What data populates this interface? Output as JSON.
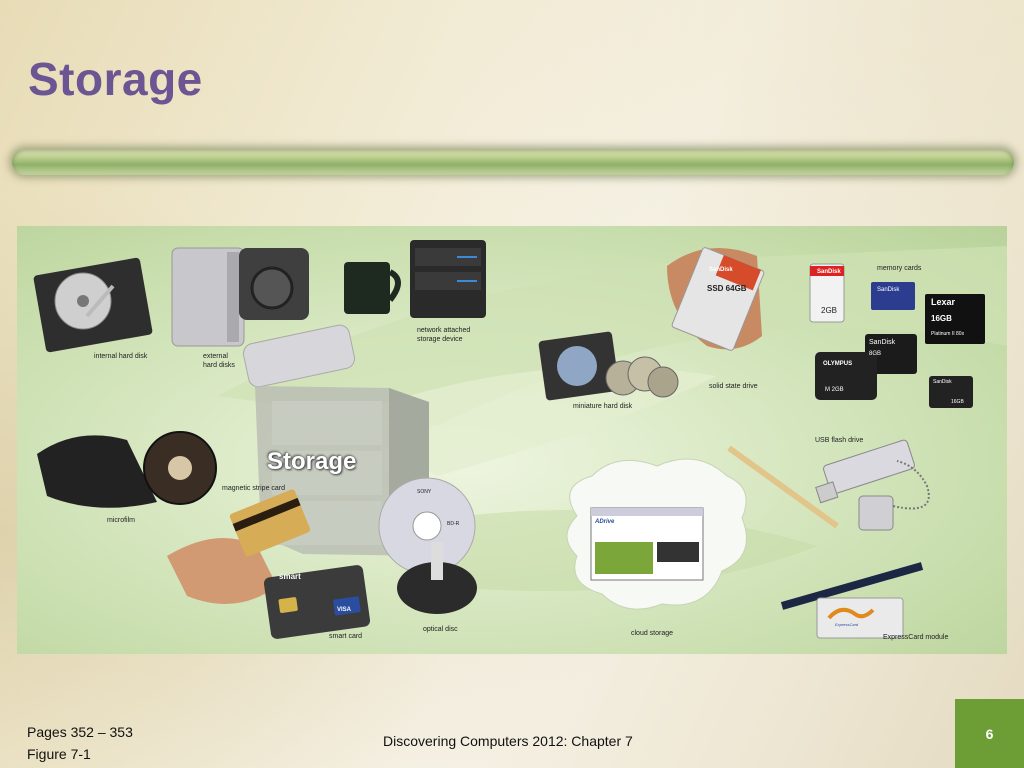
{
  "slide": {
    "title": "Storage",
    "footer_pages": "Pages 352 – 353",
    "footer_figure": "Figure 7-1",
    "footer_center": "Discovering Computers 2012: Chapter 7",
    "page_number": "6"
  },
  "figure": {
    "center_word": "Storage",
    "labels": {
      "internal_hard_disk": "internal hard disk",
      "external_hard_disks": "external\nhard disks",
      "network_attached": "network attached\nstorage device",
      "miniature_hard_disk": "miniature hard disk",
      "solid_state_drive": "solid state drive",
      "memory_cards": "memory cards",
      "usb_flash_drive": "USB flash drive",
      "magnetic_stripe_card": "magnetic stripe card",
      "microfilm": "microfilm",
      "smart_card": "smart card",
      "optical_disc": "optical disc",
      "cloud_storage": "cloud storage",
      "expresscard_module": "ExpressCard module"
    },
    "device_text": {
      "ssd_brand": "SanDisk",
      "ssd_cap": "SSD 64GB",
      "sd1_brand": "SanDisk",
      "sd1_cap": "2GB",
      "sd2_brand": "SanDisk",
      "lexar_brand": "Lexar",
      "lexar_cap": "16GB",
      "lexar_sub": "Platinum II 80x",
      "sd3_brand": "SanDisk",
      "sd3_cap": "8GB",
      "xd_brand": "OLYMPUS",
      "xd_cap": "M 2GB",
      "sd4_brand": "SanDisk",
      "sd4_cap": "16GB",
      "smart_brand": "smart",
      "visa": "VISA",
      "sony": "SONY",
      "bdr": "BD-R",
      "adrive": "ADrive",
      "expresscard_brand": "ExpressCard"
    }
  }
}
